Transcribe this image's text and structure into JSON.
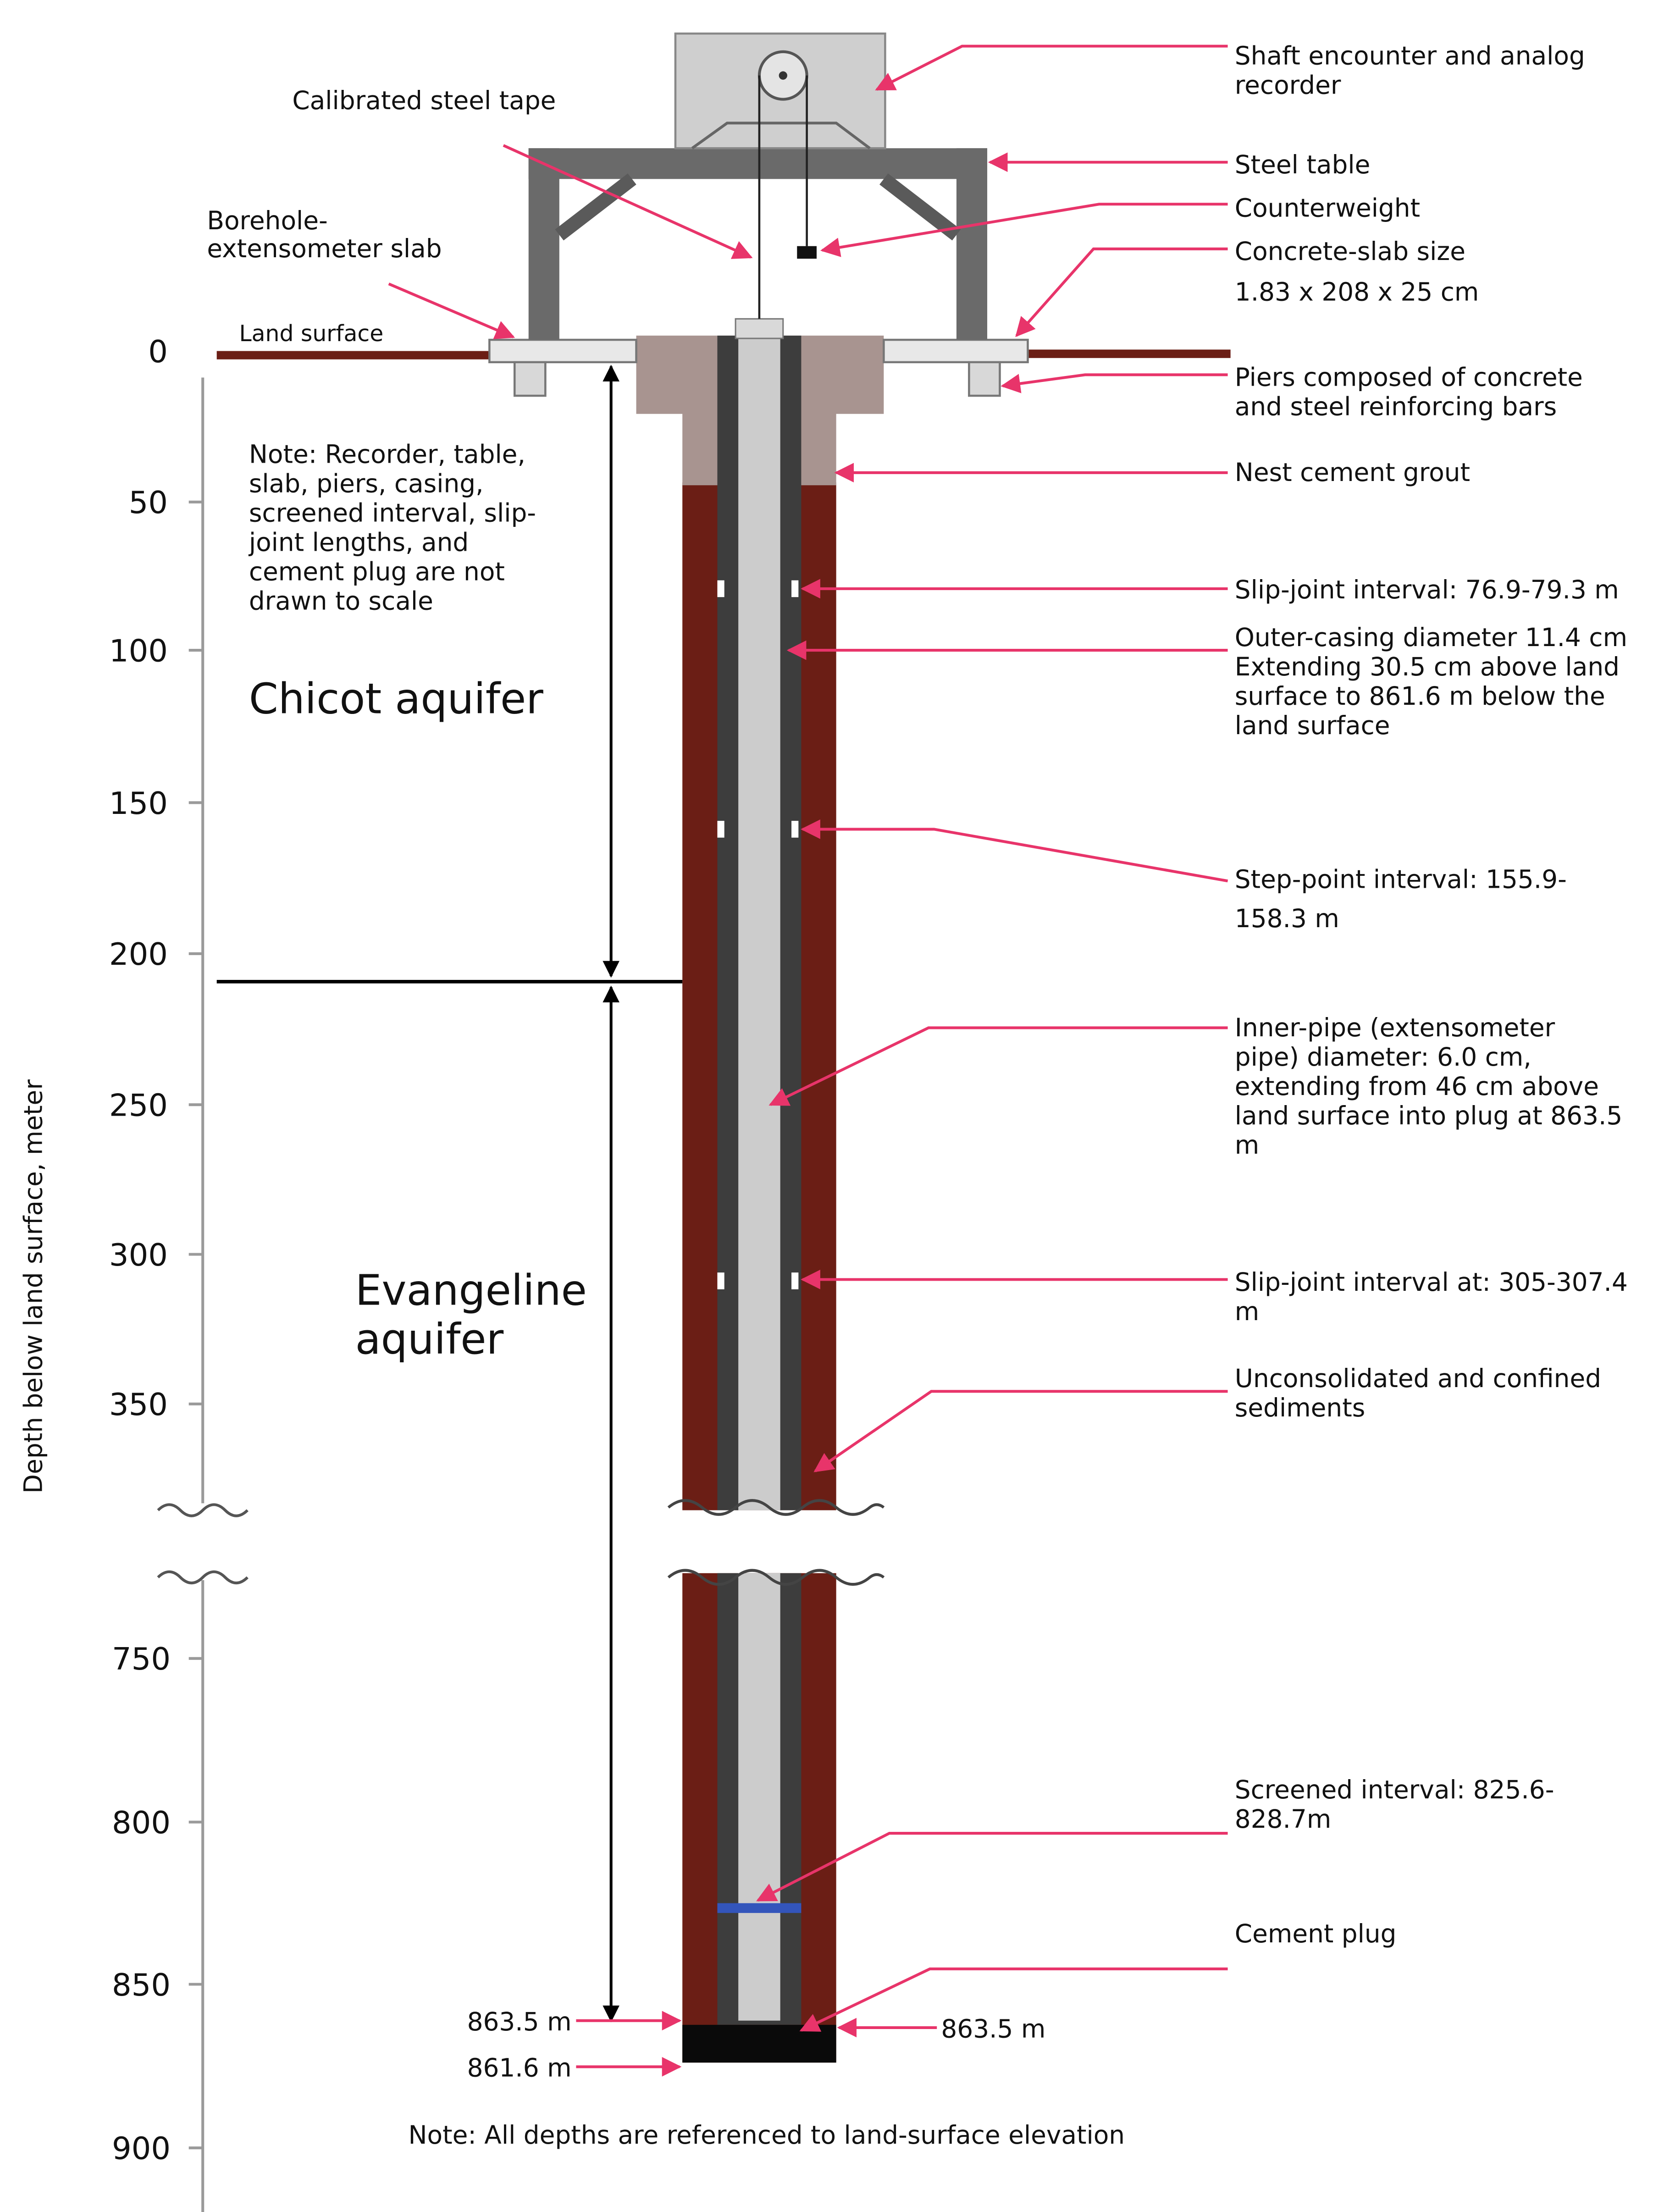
{
  "axis": {
    "title": "Depth below land surface, meter",
    "ticks_upper": [
      "0",
      "50",
      "100",
      "150",
      "200",
      "250",
      "300",
      "350"
    ],
    "ticks_lower": [
      "750",
      "800",
      "850",
      "900"
    ]
  },
  "labels": {
    "calibrated_tape": "Calibrated steel tape",
    "slab": [
      "Borehole-",
      "extensometer slab"
    ],
    "land_surface": "Land surface",
    "note_scale": [
      "Note: Recorder, table,",
      "slab, piers, casing,",
      "screened interval, slip-",
      "joint lengths, and",
      "cement plug are not",
      "drawn to scale"
    ],
    "chicot": "Chicot aquifer",
    "evangeline": [
      "Evangeline",
      "aquifer"
    ],
    "shaft_recorder": [
      "Shaft encounter and analog",
      "recorder"
    ],
    "steel_table": "Steel table",
    "counterweight": "Counterweight",
    "slab_size": [
      "Concrete-slab size",
      "1.83 x 208 x 25 cm"
    ],
    "piers": [
      "Piers composed of concrete",
      "and steel reinforcing bars"
    ],
    "grout": "Nest cement grout",
    "slip_joint_1": "Slip-joint interval: 76.9-79.3 m",
    "outer_casing": [
      "Outer-casing diameter 11.4 cm",
      "Extending 30.5 cm above land",
      "surface to 861.6 m below the",
      "land surface"
    ],
    "step_point": [
      "Step-point interval: 155.9-",
      "158.3 m"
    ],
    "inner_pipe": [
      "Inner-pipe (extensometer",
      "pipe) diameter: 6.0 cm,",
      "extending from 46 cm above",
      "land surface into plug at 863.5",
      "m"
    ],
    "slip_joint_2": [
      "Slip-joint interval at: 305-307.4",
      "m"
    ],
    "sediments": [
      "Unconsolidated and confined",
      "sediments"
    ],
    "screened": [
      "Screened interval: 825.6-",
      "828.7m"
    ],
    "cement_plug": "Cement plug",
    "depth_plug_left": "863.5 m",
    "depth_casing": "861.6 m",
    "depth_plug_right": "863.5 m",
    "note_depths": "Note: All depths are referenced to land-surface elevation"
  },
  "colors": {
    "sediment": "#6b1e15",
    "grout": "#a89490",
    "casing": "#3d3d3d",
    "pipe": "#cccccc",
    "table": "#6a6a6a",
    "recorder": "#cfcfcf",
    "slab": "#e8e8e8",
    "leader": "#e8346a",
    "screen": "#3355bb",
    "plug": "#0a0a0a",
    "land": "#6b1e15"
  }
}
